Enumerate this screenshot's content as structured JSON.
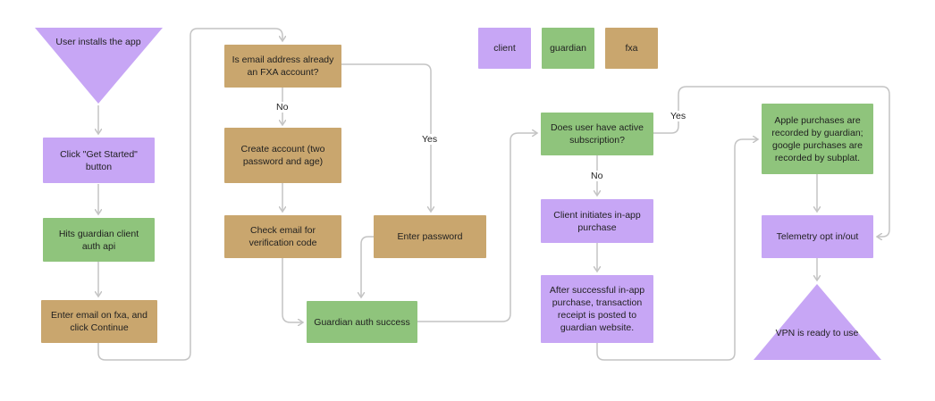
{
  "legend": {
    "client": "client",
    "guardian": "guardian",
    "fxa": "fxa"
  },
  "nodes": {
    "user_installs": "User installs the app",
    "click_get_started": "Click \"Get Started\" button",
    "hits_guardian_auth": "Hits guardian client auth api",
    "enter_email": "Enter email on fxa, and click Continue",
    "is_email_fxa": "Is email address already an FXA account?",
    "create_account": "Create account (two password and age)",
    "check_email": "Check email for verification code",
    "enter_password": "Enter password",
    "guardian_auth_success": "Guardian auth success",
    "active_subscription": "Does user have active subscription?",
    "client_initiates": "Client initiates in-app purchase",
    "after_purchase": "After successful in-app purchase, transaction receipt is posted to guardian website.",
    "apple_purchases": "Apple purchases are recorded by guardian; google purchases are recorded by subplat.",
    "telemetry": "Telemetry opt in/out",
    "vpn_ready": "VPN is ready to use"
  },
  "edge_labels": {
    "no_fxa": "No",
    "yes_fxa": "Yes",
    "no_sub": "No",
    "yes_sub": "Yes"
  },
  "colors": {
    "client": "#c7a6f5",
    "guardian": "#8fc47c",
    "fxa": "#c9a66e",
    "connector": "#c4c4c4"
  }
}
